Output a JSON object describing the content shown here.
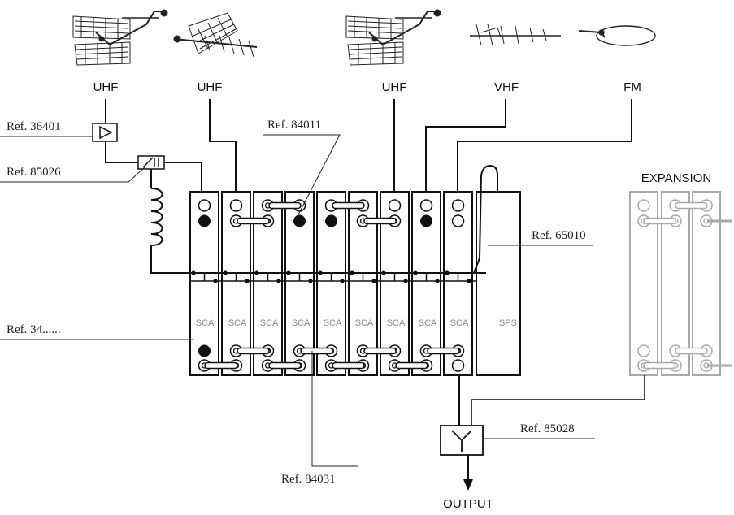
{
  "bands": [
    "UHF",
    "UHF",
    "UHF",
    "VHF",
    "FM"
  ],
  "refs": {
    "preamp": "Ref. 36401",
    "power_inserter": "Ref. 85026",
    "bridge": "Ref. 84011",
    "power_supply": "Ref. 65010",
    "amplifier": "Ref. 34......",
    "link": "Ref. 84031",
    "combiner": "Ref. 85028"
  },
  "modules": [
    "SCA",
    "SCA",
    "SCA",
    "SCA",
    "SCA",
    "SCA",
    "SCA",
    "SCA",
    "SCA"
  ],
  "power_module": "SPS",
  "expansion": "EXPANSION",
  "output": "OUTPUT",
  "colors": {
    "line": "#111111",
    "expansion": "#a9a9a9",
    "label": "#222222"
  }
}
